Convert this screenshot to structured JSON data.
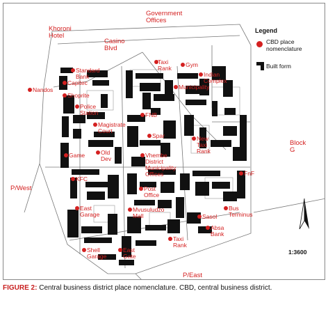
{
  "map": {
    "outer_labels": [
      {
        "id": "government-offices",
        "text": "Government\nOffices"
      },
      {
        "id": "khoroni-hotel",
        "text": "Khoroni\nHotel"
      },
      {
        "id": "casino-blvd",
        "text": "Casino\nBlvd"
      },
      {
        "id": "block-g",
        "text": "Block\nG"
      },
      {
        "id": "p-west",
        "text": "P/West"
      },
      {
        "id": "p-east",
        "text": "P/East"
      }
    ],
    "places": [
      {
        "id": "taxi-rank-north",
        "text": "Taxi\nRank"
      },
      {
        "id": "gym",
        "text": "Gym"
      },
      {
        "id": "indian-complex",
        "text": "Indian\nComplex"
      },
      {
        "id": "standard-bank",
        "text": "Standard\nBank"
      },
      {
        "id": "nandos",
        "text": "Nandos"
      },
      {
        "id": "capitec",
        "text": "Capitec"
      },
      {
        "id": "shoprite",
        "text": "Shoprite"
      },
      {
        "id": "police-station",
        "text": "Police\nStation"
      },
      {
        "id": "municipality",
        "text": "Municipality"
      },
      {
        "id": "magistrate-court",
        "text": "Magistrate\nCourt"
      },
      {
        "id": "fnb",
        "text": "FNB"
      },
      {
        "id": "spar",
        "text": "Spar"
      },
      {
        "id": "new-taxi-rank",
        "text": "New\nTaxi\nRank"
      },
      {
        "id": "game",
        "text": "Game"
      },
      {
        "id": "old-dev",
        "text": "Old\nDev"
      },
      {
        "id": "vhembe-district",
        "text": "Vhembe\nDistrict\nMunicipality\nOffices"
      },
      {
        "id": "fnf",
        "text": "FnF"
      },
      {
        "id": "kfc",
        "text": "KFC"
      },
      {
        "id": "post-office",
        "text": "Post\nOffice"
      },
      {
        "id": "bus-terminus",
        "text": "Bus\nTerminus"
      },
      {
        "id": "east-garage",
        "text": "East\nGarage"
      },
      {
        "id": "mvusuludzo-mall",
        "text": "Mvusuludzo\nMall"
      },
      {
        "id": "sasol",
        "text": "Sasol"
      },
      {
        "id": "absa-bank",
        "text": "Absa\nBank"
      },
      {
        "id": "taxi-rank-south",
        "text": "Taxi\nRank"
      },
      {
        "id": "shell-garage",
        "text": "Shell\nGarage"
      },
      {
        "id": "east-gate",
        "text": "East\nGate"
      }
    ]
  },
  "legend": {
    "title": "Legend",
    "place_label": "CBD place\nnomenclature",
    "built_form_label": "Built form",
    "point_color": "#d42020",
    "built_form_color": "#111111"
  },
  "north_icon": "north-arrow-icon",
  "scale": "1:3600",
  "caption": {
    "tag": "FIGURE 2:",
    "text": " Central business district place nomenclature. CBD, central business district."
  }
}
